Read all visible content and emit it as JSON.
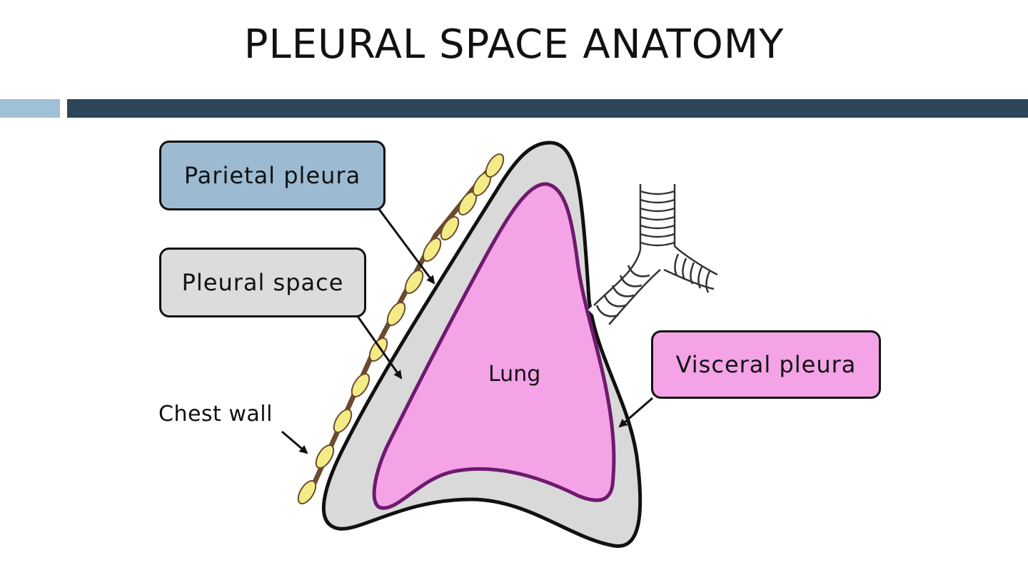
{
  "title": "PLEURAL SPACE ANATOMY",
  "labels": {
    "parietal": "Parietal pleura",
    "pleural_space": "Pleural space",
    "visceral": "Visceral pleura",
    "chest_wall": "Chest wall",
    "lung": "Lung"
  },
  "colors": {
    "bar_light": "#9fc0d6",
    "bar_dark": "#2e4659",
    "parietal_box": "#9cbbd3",
    "pleural_box": "#dcdcdc",
    "visceral_box": "#f4a3e6",
    "lung_fill": "#f4a3e6",
    "lung_outline": "#6e1a6e",
    "pleural_fill": "#d9d9d9",
    "chest_wall_rib": "#f3ec86",
    "chest_wall_line": "#6b4a2e"
  }
}
